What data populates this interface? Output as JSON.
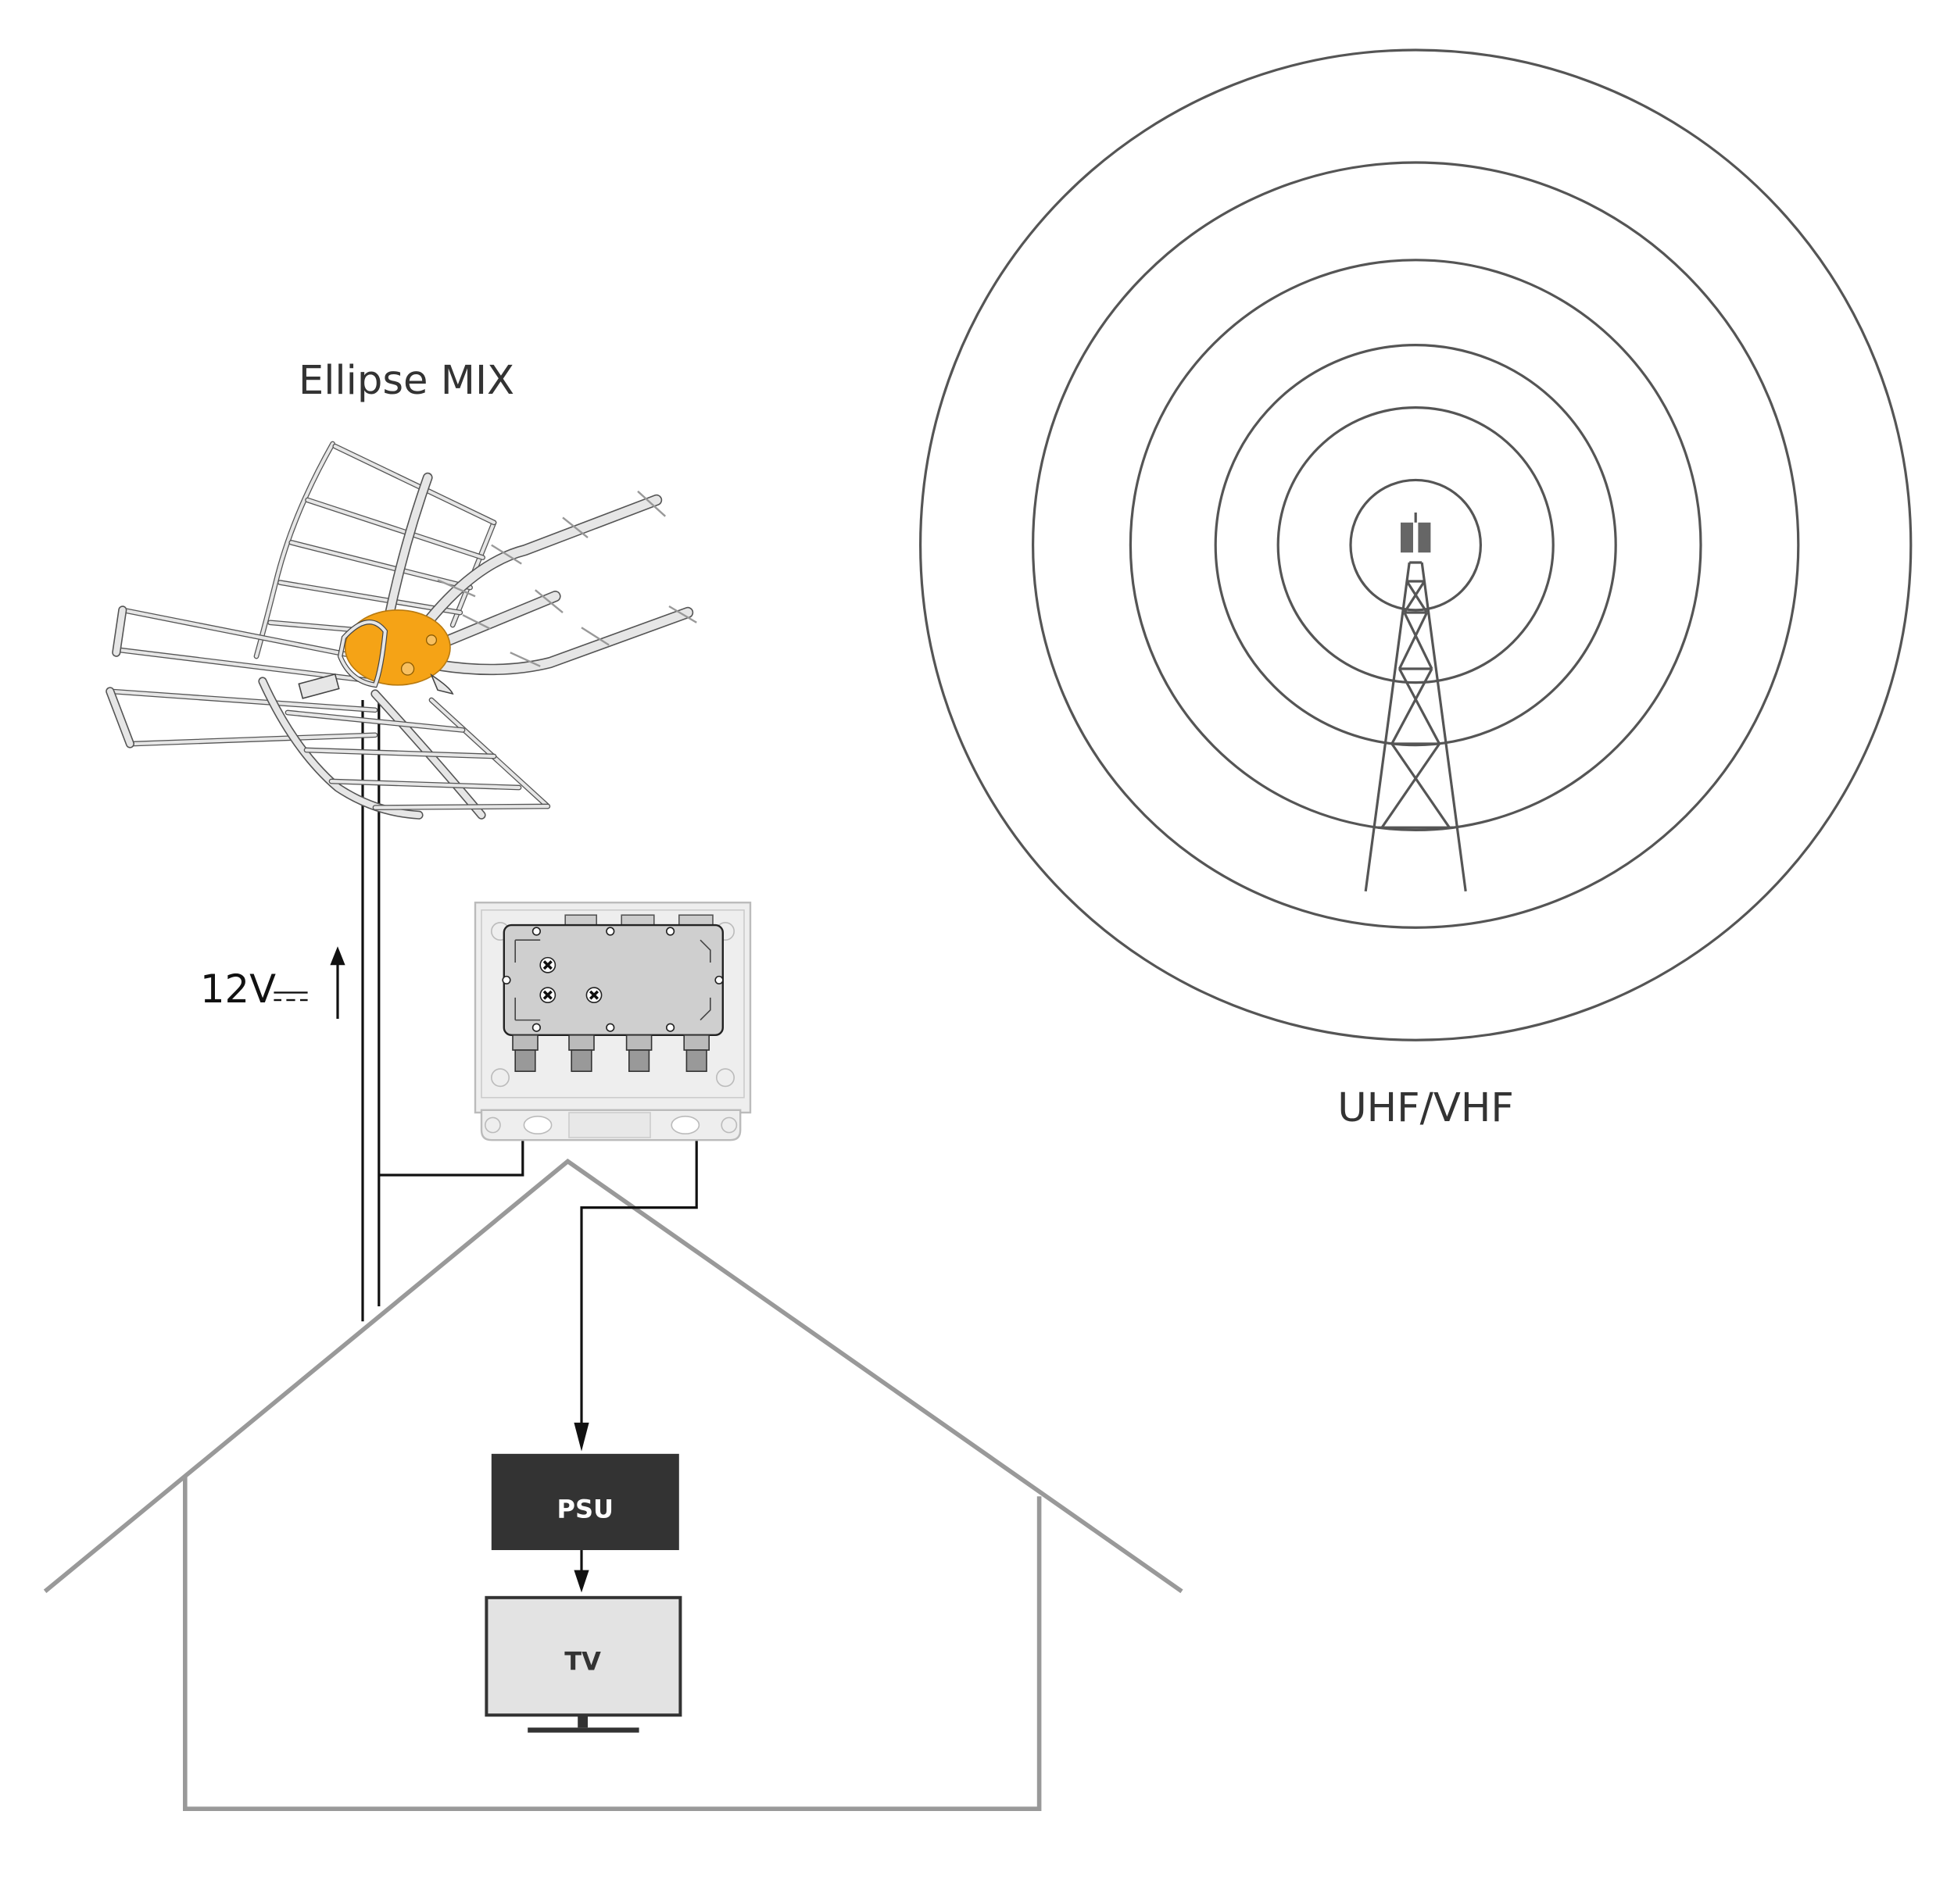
{
  "antenna": {
    "label": "Ellipse MIX",
    "hub_color": "#f5a316"
  },
  "transmitter": {
    "label": "UHF/VHF",
    "wave_rings": 6
  },
  "power": {
    "label": "12V",
    "symbol": "DC"
  },
  "psu": {
    "label": "PSU",
    "fill": "#333333"
  },
  "tv": {
    "label": "TV",
    "fill": "#e3e3e3"
  },
  "colors": {
    "roof": "#999999",
    "cable": "#111111",
    "waves": "#555555"
  }
}
